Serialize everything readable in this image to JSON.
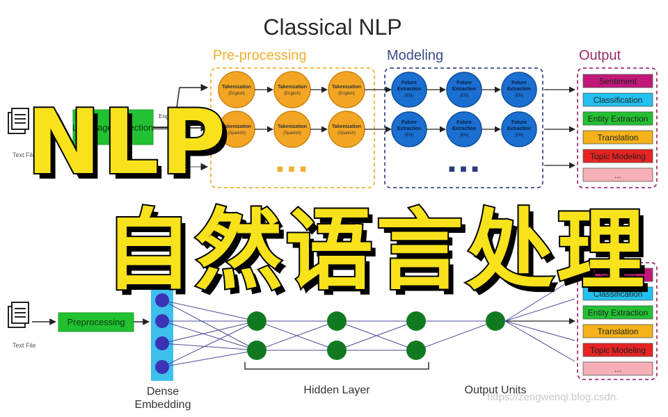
{
  "title": "Classical NLP",
  "sections": {
    "preprocessing": "Pre-processing",
    "modeling": "Modeling",
    "output": "Output"
  },
  "input": {
    "file_label": "Text File",
    "language_detection": "Language Detection",
    "english_label": "English"
  },
  "top_pipeline": {
    "token_title": "Takenization",
    "token_en": "(English)",
    "token_es": "(Spanish)",
    "feature_title_1": "Future",
    "feature_title_2": "Extraction",
    "feature_sub": "(EN)",
    "ellipsis": "■ ■ ■"
  },
  "outputs": [
    "Sentiment",
    "Classification",
    "Entity Extraction",
    "Translation",
    "Topic Modeling",
    "..."
  ],
  "output_colors": [
    "#c2187a",
    "#22c1ee",
    "#22c132",
    "#f5b21b",
    "#e62323",
    "#f7b0b8"
  ],
  "bottom": {
    "preprocessing": "Preprocessing",
    "dense_1": "Dense",
    "dense_2": "Embedding",
    "hidden": "Hidden Layer",
    "output_units": "Output Units"
  },
  "overlay": {
    "nlp": "NLP",
    "chinese": "自然语言处理"
  },
  "watermark": "https://zengwenqi.blog.csdn."
}
